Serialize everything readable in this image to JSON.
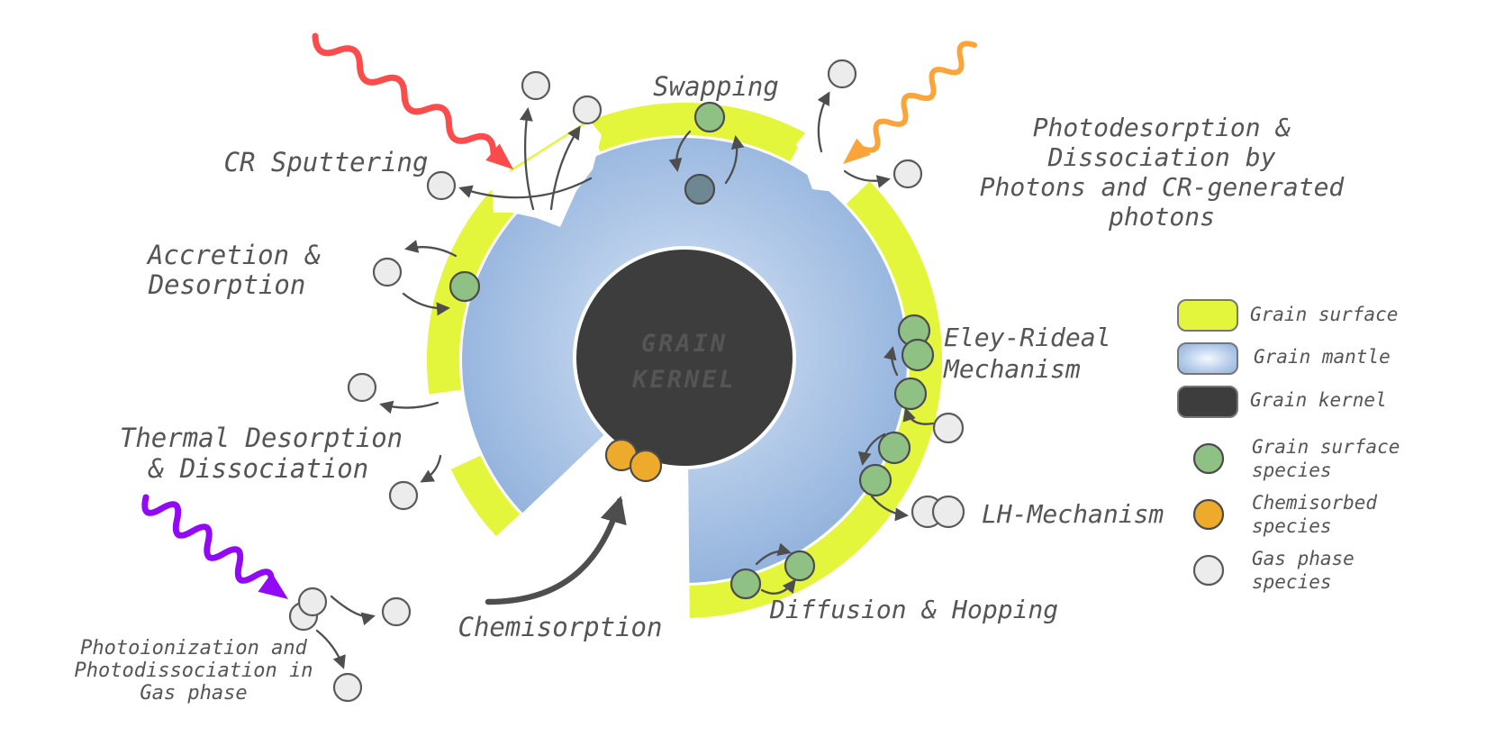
{
  "colors": {
    "background": "#ffffff",
    "grain_surface": "#e4f63c",
    "grain_mantle_light": "#d9e7f7",
    "grain_mantle_mid": "#b4cbe9",
    "grain_mantle_edge": "#88abd9",
    "grain_kernel": "#3d3d3d",
    "kernel_text": "#f2a33c",
    "label_text": "#555555",
    "surface_species": "#8fc184",
    "chemisorbed_species": "#eeab2b",
    "gas_species": "#ececec",
    "mantle_species": "#6d8793",
    "arrow": "#4e4e4e",
    "cr_wave": "#fb4b4b",
    "photon_wave": "#faa43a",
    "uv_wave": "#9209f5"
  },
  "labels": {
    "swapping": "Swapping",
    "cr_sputtering": "CR Sputtering",
    "photodesorption": [
      "Photodesorption &",
      "Dissociation by",
      "Photons and CR-generated",
      "photons"
    ],
    "accretion": [
      "Accretion &",
      "Desorption"
    ],
    "thermal": [
      "Thermal Desorption",
      "& Dissociation"
    ],
    "photoionization": [
      "Photoionization and",
      "Photodissociation in",
      "Gas phase"
    ],
    "chemisorption": "Chemisorption",
    "diffusion": "Diffusion & Hopping",
    "lh": "LH-Mechanism",
    "eley_rideal": [
      "Eley-Rideal",
      "Mechanism"
    ],
    "grain_kernel": [
      "GRAIN",
      "KERNEL"
    ]
  },
  "legend": {
    "regions": [
      {
        "label": "Grain surface"
      },
      {
        "label": "Grain mantle"
      },
      {
        "label": "Grain kernel"
      }
    ],
    "species": [
      {
        "label": [
          "Grain surface",
          "species"
        ]
      },
      {
        "label": [
          "Chemisorbed",
          "species"
        ]
      },
      {
        "label": [
          "Gas phase",
          "species"
        ]
      }
    ]
  }
}
